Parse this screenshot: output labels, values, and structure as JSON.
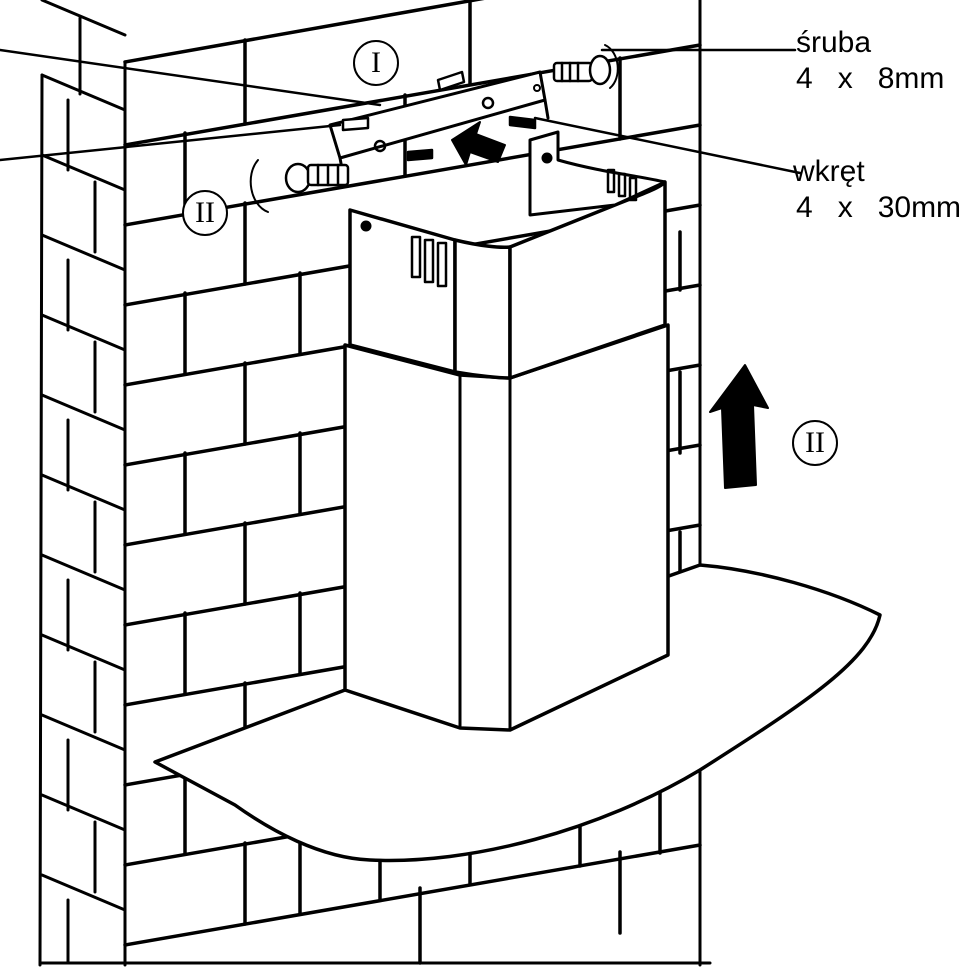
{
  "labels": {
    "screw_name": "śruba",
    "screw_dim": "4   x   8mm",
    "wood_screw_name": "wkręt",
    "wood_screw_dim": "4   x   30mm"
  },
  "steps": {
    "step_one": "I",
    "step_two_top": "II",
    "step_two_side": "II"
  },
  "colors": {
    "line": "#000000",
    "background": "#ffffff"
  }
}
